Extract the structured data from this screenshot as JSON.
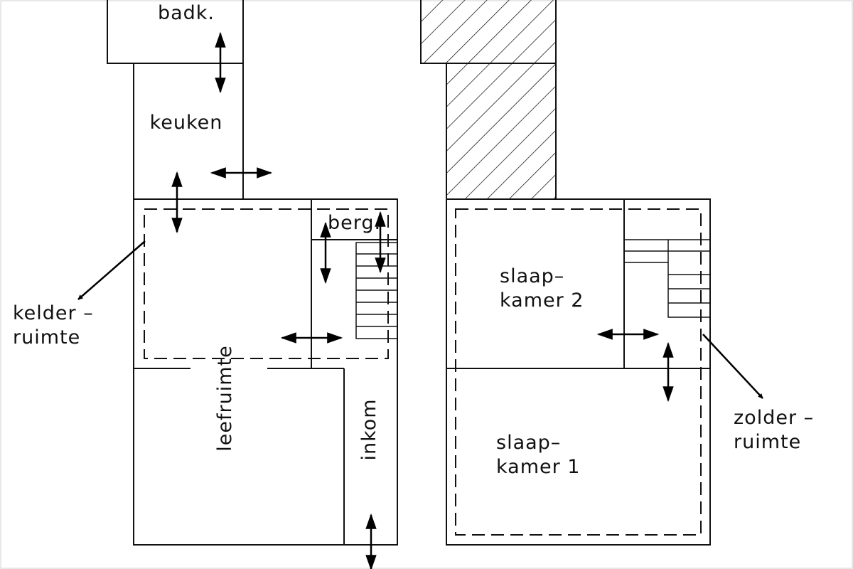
{
  "labels": {
    "bathroom": "badk.",
    "kitchen": "keuken",
    "storage": "berg.",
    "cellar_line1": "kelder –",
    "cellar_line2": "ruimte",
    "living": "leefruimte",
    "entrance": "inkom",
    "bedroom2_line1": "slaap–",
    "bedroom2_line2": "kamer 2",
    "bedroom1_line1": "slaap–",
    "bedroom1_line2": "kamer 1",
    "attic_line1": "zolder –",
    "attic_line2": "ruimte"
  }
}
